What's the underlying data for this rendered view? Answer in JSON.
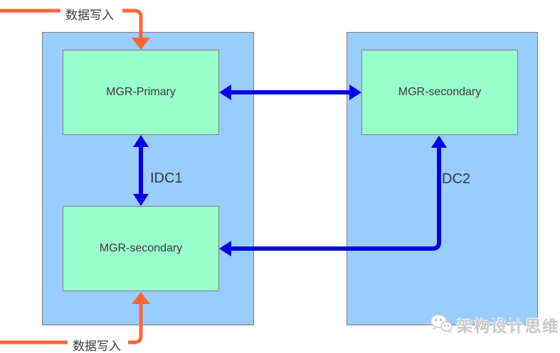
{
  "colors": {
    "zone_fill": "#99CCFF",
    "node_fill": "#99FFCC",
    "box_border": "#808080",
    "arrow_blue": "#0000E6",
    "arrow_orange": "#FF6633",
    "text_dark": "#3A3A3A",
    "watermark_gray": "#C9C9C9"
  },
  "zones": {
    "idc1": {
      "label": "IDC1"
    },
    "dc2": {
      "label": "DC2"
    }
  },
  "nodes": {
    "primary": {
      "label": "MGR-Primary"
    },
    "secondary_left": {
      "label": "MGR-secondary"
    },
    "secondary_right": {
      "label": "MGR-secondary"
    }
  },
  "annotations": {
    "data_write_top": "数据写入",
    "data_write_bottom": "数据写入"
  },
  "edges": [
    {
      "from": "data-write-top",
      "to": "mgr-primary",
      "type": "single",
      "color": "orange"
    },
    {
      "from": "data-write-bottom",
      "to": "mgr-secondary-left",
      "type": "single",
      "color": "orange"
    },
    {
      "from": "mgr-primary",
      "to": "mgr-secondary-right",
      "type": "bidirectional",
      "color": "blue"
    },
    {
      "from": "mgr-primary",
      "to": "mgr-secondary-left",
      "type": "bidirectional",
      "color": "blue"
    },
    {
      "from": "mgr-secondary-right",
      "to": "mgr-secondary-left",
      "type": "bidirectional",
      "color": "blue"
    }
  ],
  "watermark": {
    "icon": "wechat-icon",
    "text": "架构设计思维"
  }
}
